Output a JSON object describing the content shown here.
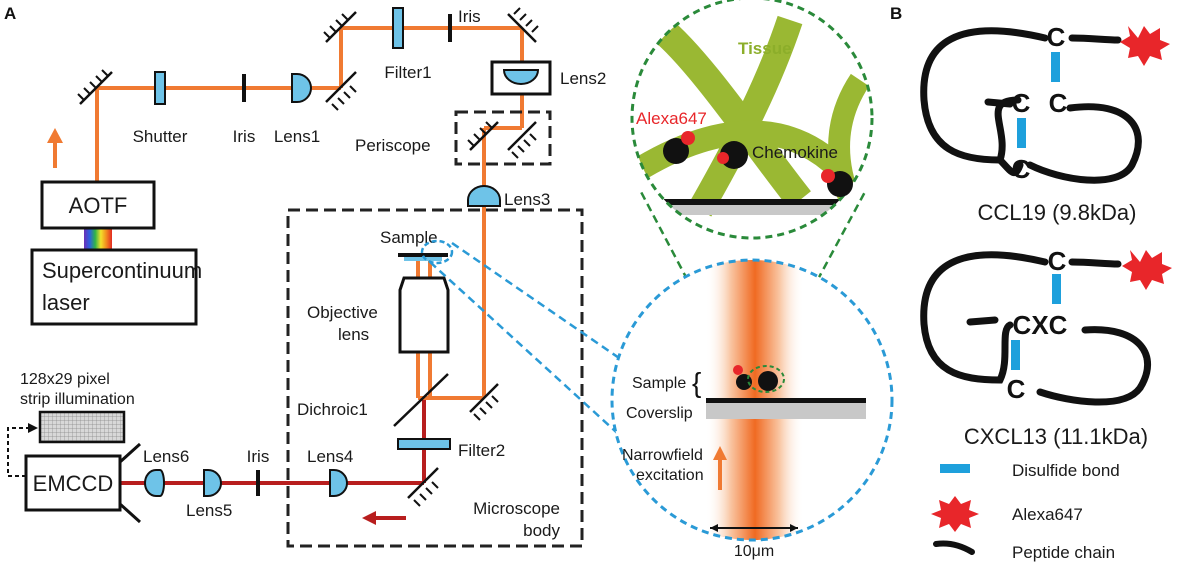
{
  "panels": {
    "a": "A",
    "b": "B"
  },
  "components": {
    "aotf": "AOTF",
    "laser_line1": "Supercontinuum",
    "laser_line2": "laser",
    "shutter": "Shutter",
    "iris1": "Iris",
    "lens1": "Lens1",
    "filter1": "Filter1",
    "iris2": "Iris",
    "lens2": "Lens2",
    "periscope": "Periscope",
    "lens3": "Lens3",
    "sample": "Sample",
    "objective_line1": "Objective",
    "objective_line2": "lens",
    "dichroic1": "Dichroic1",
    "filter2": "Filter2",
    "lens4": "Lens4",
    "iris3": "Iris",
    "lens5": "Lens5",
    "lens6": "Lens6",
    "emccd": "EMCCD",
    "strip_line1": "128x29 pixel",
    "strip_line2": "strip illumination",
    "microscope_line1": "Microscope",
    "microscope_line2": "body"
  },
  "inset_top": {
    "tissue": "Tissue",
    "alexa": "Alexa647",
    "chemokine": "Chemokine"
  },
  "inset_bottom": {
    "sample": "Sample",
    "coverslip": "Coverslip",
    "narrow_line1": "Narrowfield",
    "narrow_line2": "excitation",
    "scale": "10μm"
  },
  "molecules": {
    "ccl19": {
      "name": "CCL19 (9.8kDa)",
      "atom": "C"
    },
    "cxcl13": {
      "name": "CXCL13 (11.1kDa)",
      "atom": "C",
      "cxc": "CXC"
    }
  },
  "legend": {
    "disulfide": "Disulfide bond",
    "alexa": "Alexa647",
    "peptide": "Peptide chain"
  },
  "colors": {
    "beam": "#f07a32",
    "return_beam": "#b81e1e",
    "tissue": "#9ab833",
    "disulfide": "#1ea0dc",
    "alexa": "#e8262a",
    "lens": "#6ec3e8",
    "dash_top": "#2a8a3a",
    "dash_bottom": "#2a9ad6"
  }
}
